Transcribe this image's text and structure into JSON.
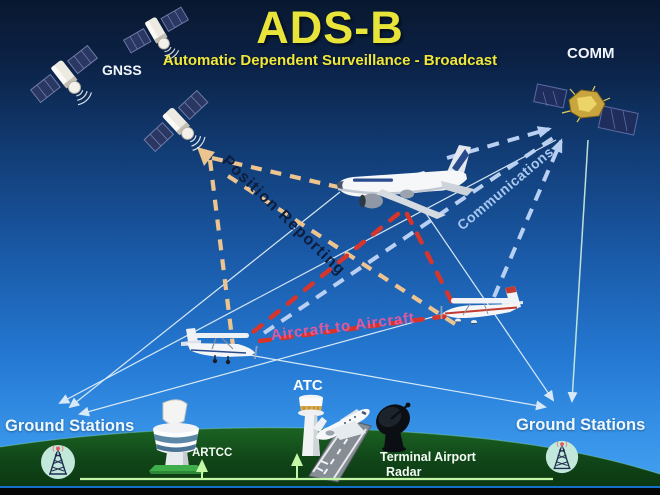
{
  "title": {
    "main": "ADS-B",
    "subtitle": "Automatic Dependent Surveillance - Broadcast"
  },
  "labels": {
    "gnss": "GNSS",
    "comm": "COMM",
    "position_reporting": "Position Reporting",
    "communications": "Communications",
    "aircraft_to_aircraft": "Aircraft to Aircraft",
    "ground_stations_left": "Ground Stations",
    "ground_stations_right": "Ground Stations",
    "atc": "ATC",
    "artcc": "ARTCC",
    "terminal_airport_radar_line1": "Terminal Airport",
    "terminal_airport_radar_line2": "Radar"
  },
  "links": [
    {
      "name": "Position Reporting",
      "style": "dashed",
      "color": "#eec48e",
      "connects": [
        "GNSS satellites",
        "airliner",
        "GA aircraft"
      ]
    },
    {
      "name": "Communications",
      "style": "dashed",
      "color": "#b9d0f2",
      "connects": [
        "airliner",
        "GA aircraft",
        "COMM satellite"
      ]
    },
    {
      "name": "Aircraft to Aircraft",
      "style": "dashed",
      "color": "#d6352c",
      "connects": [
        "airliner",
        "GA aircraft left",
        "GA aircraft right"
      ]
    },
    {
      "name": "Ground downlink",
      "style": "solid",
      "color": "#e6f2fa",
      "connects": [
        "aircraft",
        "ground stations"
      ]
    }
  ],
  "colors": {
    "title_text": "#e8e43a",
    "subtitle_text": "#f0e73a",
    "position_reporting_text": "#0d1d3e",
    "communications_text": "#a8c8f0",
    "aircraft_to_aircraft_text": "#de5a9e",
    "orange_dash": "#eec48e",
    "red_dash": "#d6352c",
    "blue_dash": "#b9d0f2",
    "green_line": "#c4f7a6",
    "sky_top": "#091830",
    "sky_bottom": "#44a2f2",
    "ground_green": "#15531c",
    "badge_mint": "#c2e8dc"
  }
}
